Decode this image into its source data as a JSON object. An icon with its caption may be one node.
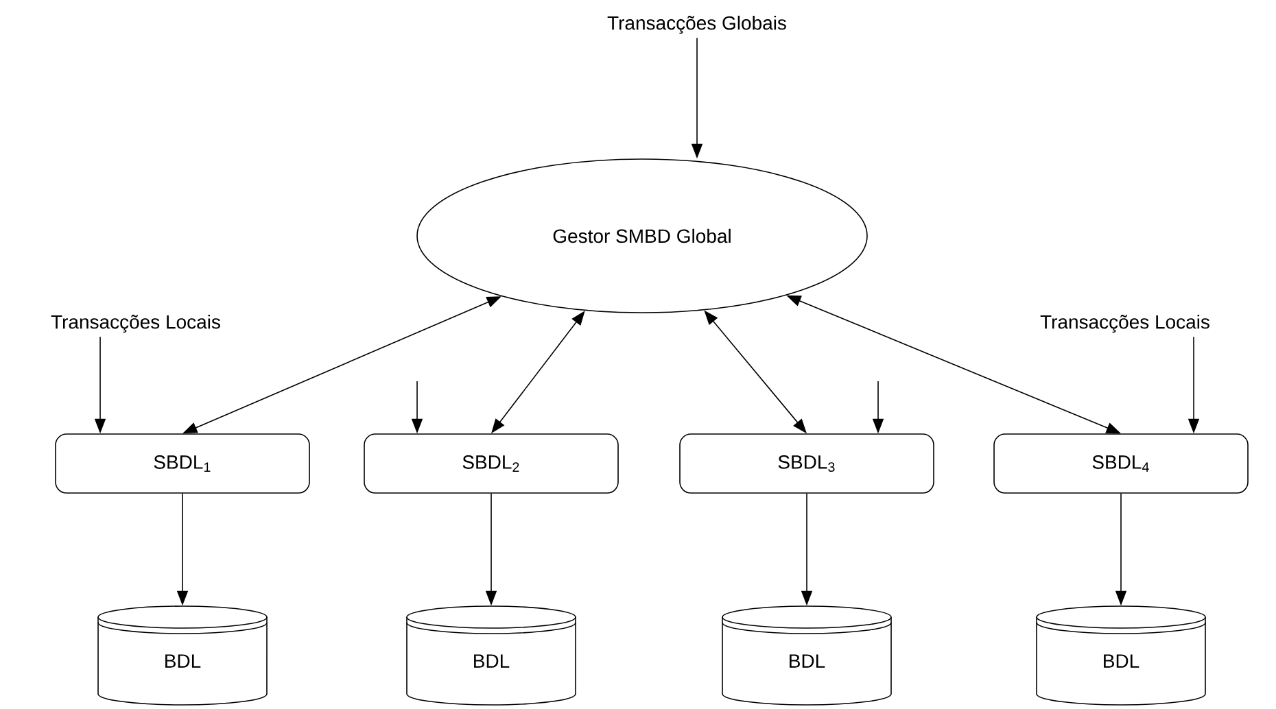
{
  "diagram": {
    "nodes": [
      {
        "text": [
          "Transacções Globais"
        ]
      },
      {
        "text": [
          "Gestor SMBD Global"
        ]
      },
      {
        "text": [
          "Transacções Locais"
        ]
      },
      {
        "text": [
          "Transacções Locais"
        ]
      },
      {
        "text": [
          "SBDL$_{1}$"
        ]
      },
      {
        "text": [
          "SBDL$_{2}$"
        ]
      },
      {
        "text": [
          "SBDL$_{3}$"
        ]
      },
      {
        "text": [
          "SBDL$_{4}$"
        ]
      },
      {
        "text": [
          "BDL"
        ]
      },
      {
        "text": [
          "BDL"
        ]
      },
      {
        "text": [
          "BDL"
        ]
      },
      {
        "text": [
          "BDL"
        ]
      }
    ],
    "edges": [
      {
        "from": 0,
        "to": 1,
        "arrow": "to"
      },
      {
        "from": 1,
        "to": 4,
        "arrow": "both"
      },
      {
        "from": 1,
        "to": 5,
        "arrow": "both"
      },
      {
        "from": 1,
        "to": 6,
        "arrow": "both"
      },
      {
        "from": 1,
        "to": 7,
        "arrow": "both"
      },
      {
        "from": 2,
        "to": 4,
        "arrow": "to"
      },
      {
        "from": null,
        "to": 5,
        "arrow": "to"
      },
      {
        "from": null,
        "to": 6,
        "arrow": "to"
      },
      {
        "from": 3,
        "to": 7,
        "arrow": "to"
      },
      {
        "from": 4,
        "to": 8,
        "arrow": "to"
      },
      {
        "from": 5,
        "to": 9,
        "arrow": "to"
      },
      {
        "from": 6,
        "to": 10,
        "arrow": "to"
      },
      {
        "from": 7,
        "to": 11,
        "arrow": "to"
      }
    ]
  }
}
